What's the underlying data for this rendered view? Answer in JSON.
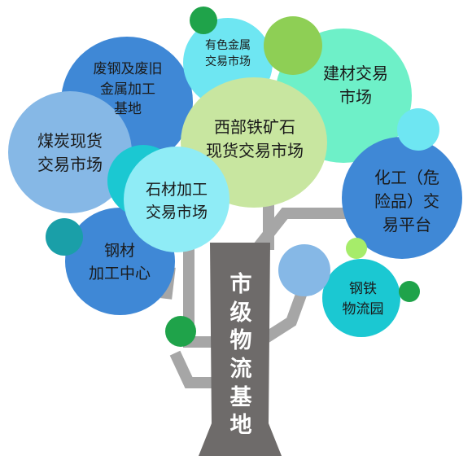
{
  "trunk": {
    "label": "市\n级\n物\n流\n基\n地"
  },
  "nodes": [
    {
      "id": "scrap-metal",
      "label": "废钢及废旧\n金属加工\n基地"
    },
    {
      "id": "nonferrous",
      "label": "有色金属\n交易市场"
    },
    {
      "id": "building-materials",
      "label": "建材交易\n市场"
    },
    {
      "id": "iron-ore",
      "label": "西部铁矿石\n现货交易市场"
    },
    {
      "id": "coal",
      "label": "煤炭现货\n交易市场"
    },
    {
      "id": "stone",
      "label": "石材加工\n交易市场"
    },
    {
      "id": "chemical",
      "label": "化工（危\n险品）交\n易平台"
    },
    {
      "id": "steel-processing",
      "label": "钢材\n加工中心"
    },
    {
      "id": "steel-logistics",
      "label": "钢铁\n物流园"
    }
  ],
  "colors": {
    "trunk": "#6e6b6a",
    "branch": "#a6a6a6",
    "blue_dark": "#3f88d6",
    "blue_light": "#86b8e6",
    "green_light": "#c8e6a0",
    "green_mid": "#8ecf55",
    "green_dark": "#1fa34a",
    "mint": "#6ef0c8",
    "cyan": "#6ee6f2",
    "cyan_light": "#8fecf6",
    "teal": "#1a9fa8",
    "teal_bright": "#1bc8d2",
    "lime": "#a6ec6a"
  }
}
